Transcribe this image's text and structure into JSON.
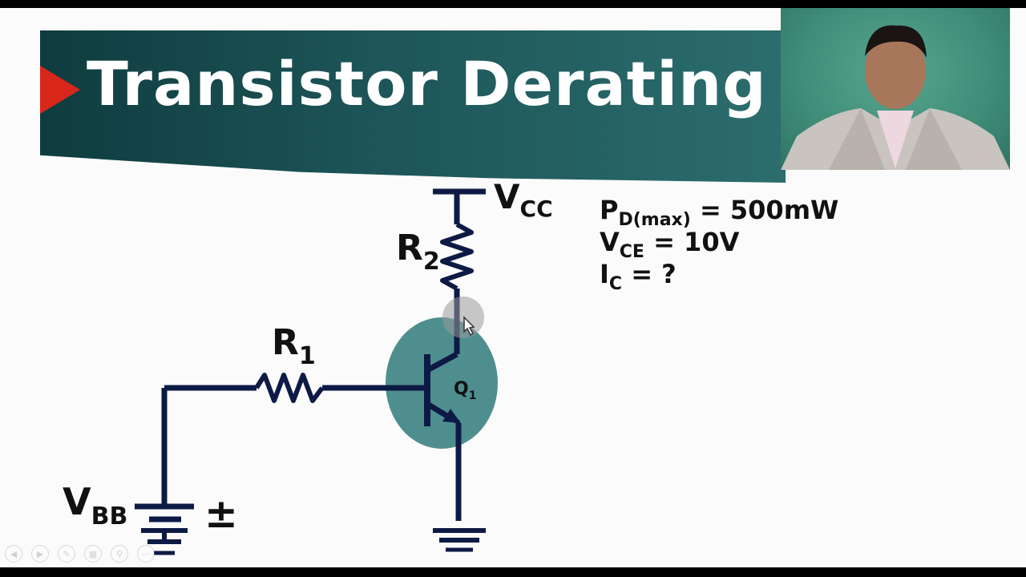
{
  "slide": {
    "title": "Transistor Derating",
    "accent_color": "#d8261b",
    "banner_color": "#1d5558"
  },
  "circuit": {
    "vcc_label": "V",
    "vcc_sub": "CC",
    "vbb_label": "V",
    "vbb_sub": "BB",
    "r1_label": "R",
    "r1_sub": "1",
    "r2_label": "R",
    "r2_sub": "2",
    "q1_label": "Q",
    "q1_sub": "1",
    "polarity": "±",
    "wire_color": "#0d1a45",
    "highlight_color": "#4f8e8e"
  },
  "formulas": [
    {
      "main": "P",
      "sub": "D(max)",
      "rest": " = 500mW"
    },
    {
      "main": "V",
      "sub": "CE",
      "rest": " = 10V"
    },
    {
      "main": "I",
      "sub": "C",
      "rest": " = ?"
    }
  ],
  "controls": {
    "icons": [
      "previous-icon",
      "next-icon",
      "pen-icon",
      "slides-icon",
      "zoom-icon",
      "more-icon"
    ]
  }
}
